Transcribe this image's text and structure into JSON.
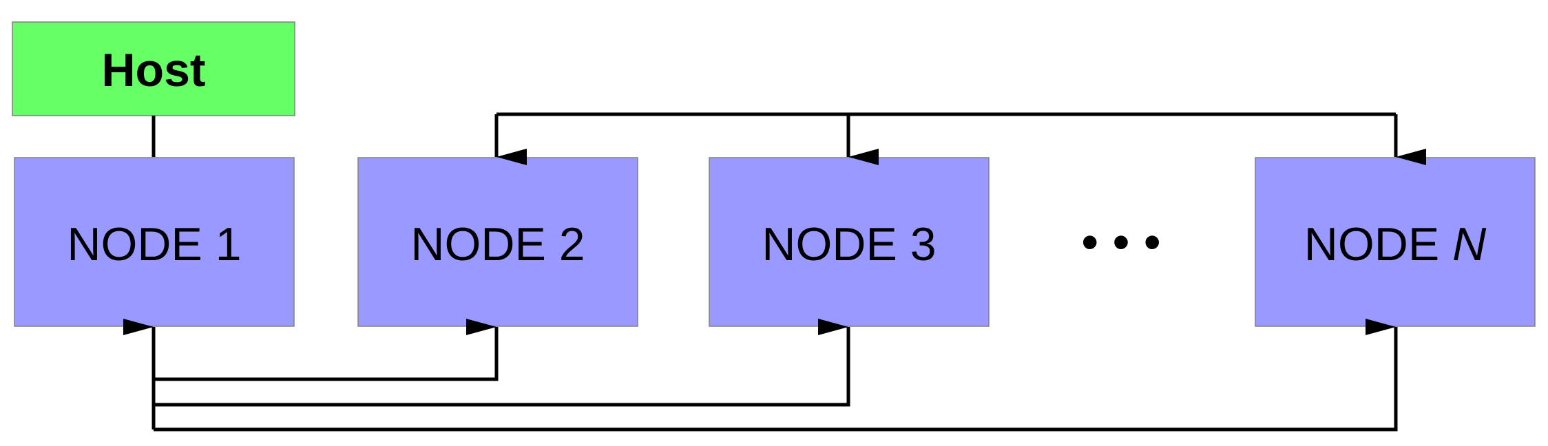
{
  "host": {
    "label": "Host",
    "color": "#66ff66"
  },
  "nodes": [
    {
      "id": "node-1",
      "prefix": "NODE ",
      "suffix": "1",
      "suffix_italic": false
    },
    {
      "id": "node-2",
      "prefix": "NODE ",
      "suffix": "2",
      "suffix_italic": false
    },
    {
      "id": "node-3",
      "prefix": "NODE ",
      "suffix": "3",
      "suffix_italic": false
    },
    {
      "id": "node-n",
      "prefix": "NODE ",
      "suffix": "N",
      "suffix_italic": true
    }
  ],
  "ellipsis": "• • •",
  "colors": {
    "node_fill": "#9999ff",
    "line": "#000000"
  }
}
